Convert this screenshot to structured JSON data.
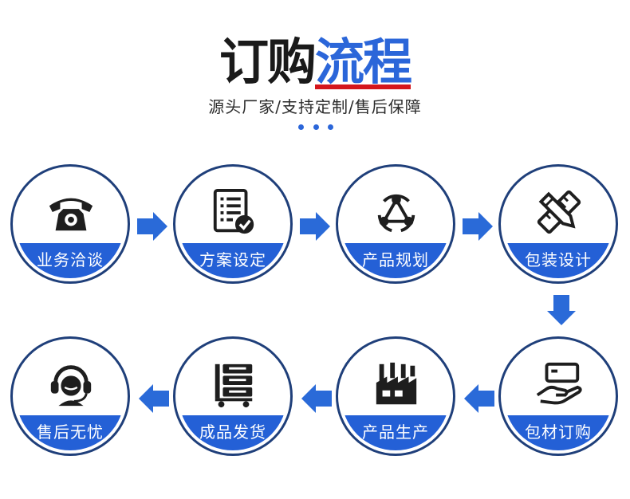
{
  "header": {
    "title_plain": "订购",
    "title_accent": "流程",
    "subtitle": "源头厂家/支持定制/售后保障"
  },
  "steps": [
    {
      "label": "业务洽谈",
      "icon": "telephone-icon"
    },
    {
      "label": "方案设定",
      "icon": "document-check-icon"
    },
    {
      "label": "产品规划",
      "icon": "network-nodes-icon"
    },
    {
      "label": "包装设计",
      "icon": "ruler-pencil-icon"
    },
    {
      "label": "包材订购",
      "icon": "hand-card-icon"
    },
    {
      "label": "产品生产",
      "icon": "factory-icon"
    },
    {
      "label": "成品发货",
      "icon": "cart-shelf-icon"
    },
    {
      "label": "售后无忧",
      "icon": "headset-support-icon"
    }
  ],
  "colors": {
    "accent": "#2b66d9",
    "band": "#2460d6",
    "ring": "#1f3f7a",
    "underline": "#d4161c",
    "arrow": "#2a6ad8"
  }
}
